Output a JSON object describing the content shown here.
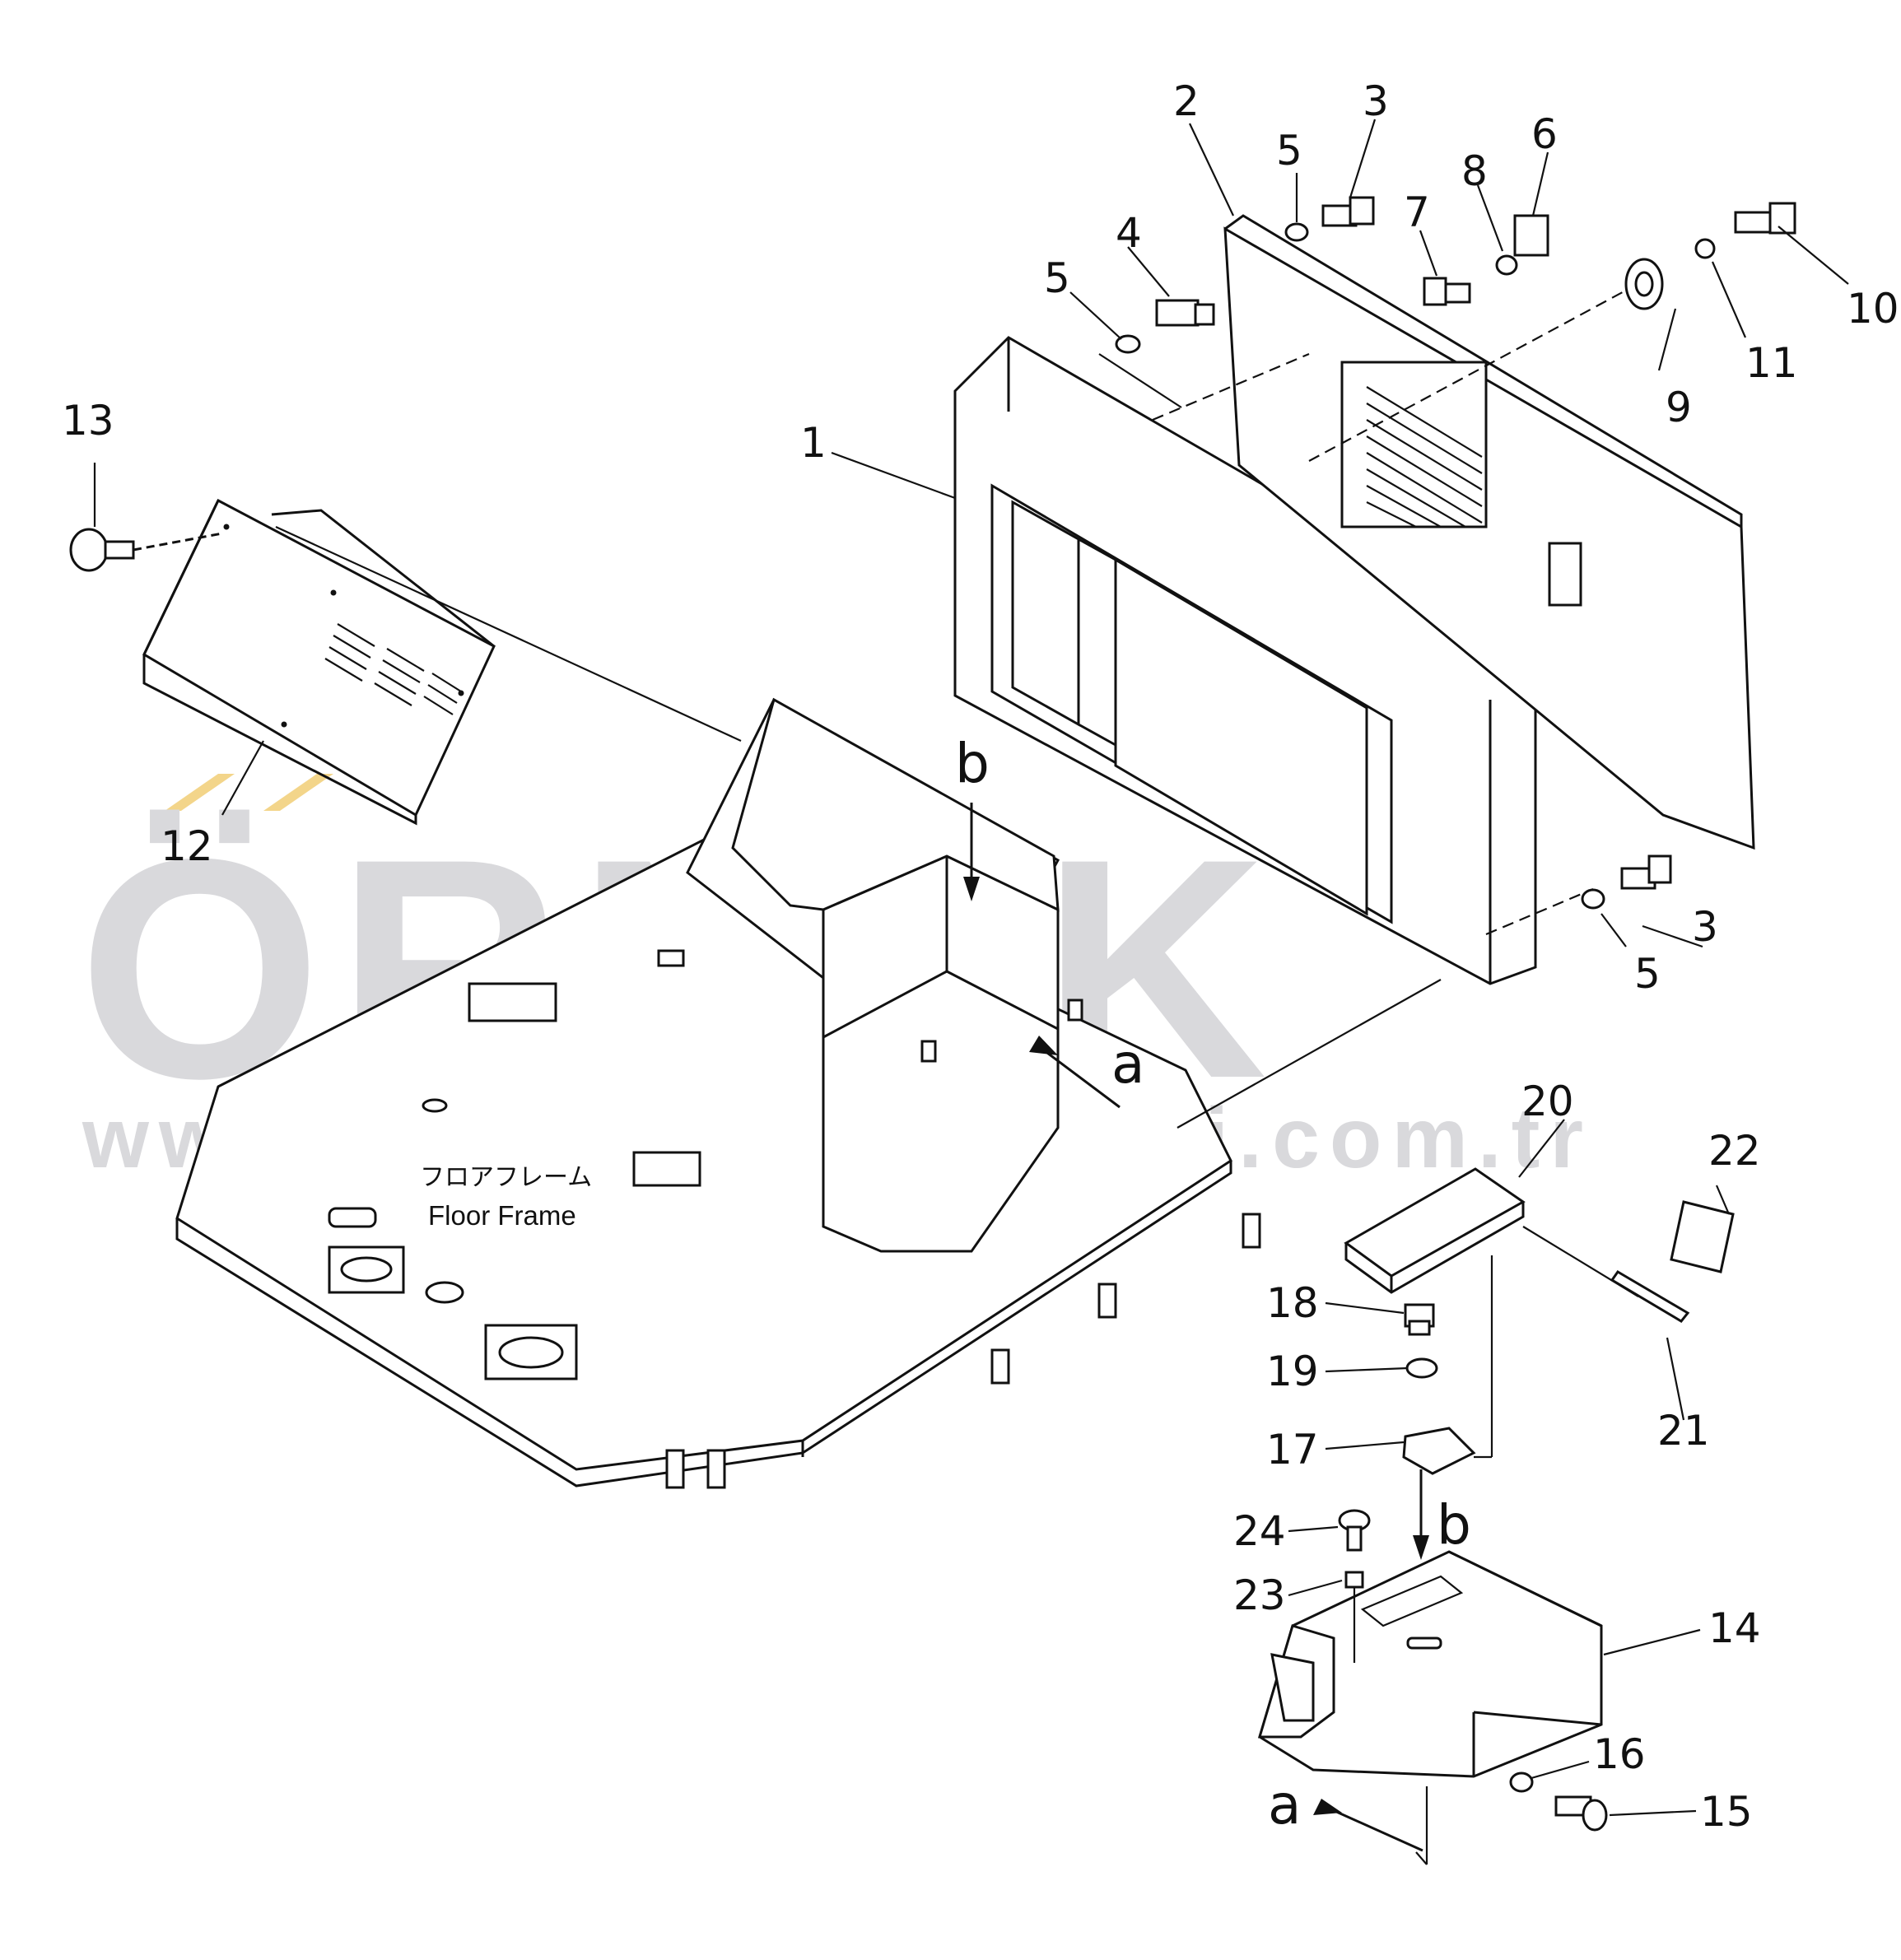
{
  "watermark": {
    "brand": "ÖRNEK",
    "url": "www.ornekismakinalari.com.tr",
    "color": "#d9d9dc"
  },
  "floor_label": {
    "japanese": "フロアフレーム",
    "english": "Floor Frame"
  },
  "view_markers": {
    "a": "a",
    "b": "b"
  },
  "callouts": {
    "c1": "1",
    "c2": "2",
    "c3": "3",
    "c4": "4",
    "c5": "5",
    "c6": "6",
    "c7": "7",
    "c8": "8",
    "c9": "9",
    "c10": "10",
    "c11": "11",
    "c12": "12",
    "c13": "13",
    "c14": "14",
    "c15": "15",
    "c16": "16",
    "c17": "17",
    "c18": "18",
    "c19": "19",
    "c20": "20",
    "c21": "21",
    "c22": "22",
    "c23": "23",
    "c24": "24"
  }
}
